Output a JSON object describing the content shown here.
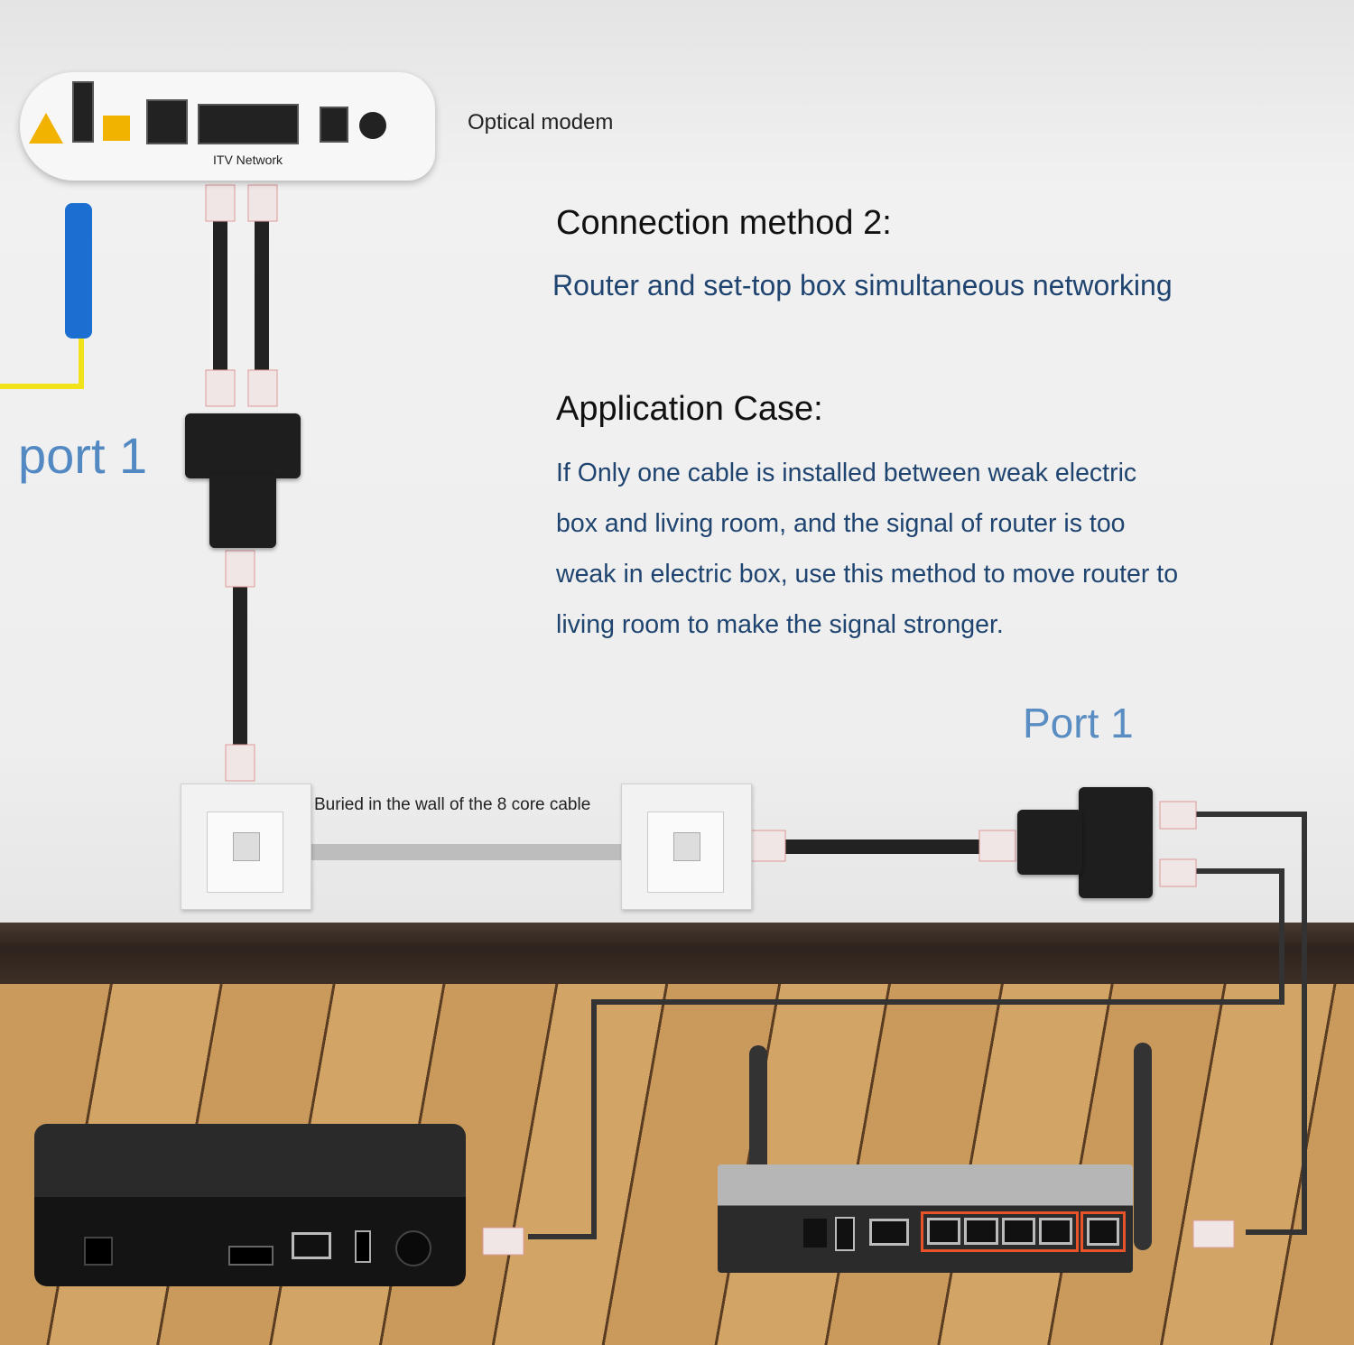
{
  "modem": {
    "label": "Optical modem",
    "port_labels": "ITV  Network"
  },
  "heading": {
    "title": "Connection method 2:",
    "subtitle": "Router and set-top box simultaneous networking"
  },
  "application": {
    "title": "Application Case:",
    "lines": [
      "If Only one cable is installed between weak electric",
      "box and living room, and the signal of router is too",
      "weak in electric box, use this method to move router to",
      "living room to make the signal stronger."
    ]
  },
  "labels": {
    "port_left": "port 1",
    "port_right": "Port 1",
    "wall_cable": "Buried in the wall of the 8 core cable"
  },
  "colors": {
    "text_blue": "#1f4470",
    "port_blue": "#5289c2",
    "router_port_highlight": "#e8532a",
    "fiber": "#f2e21a"
  }
}
